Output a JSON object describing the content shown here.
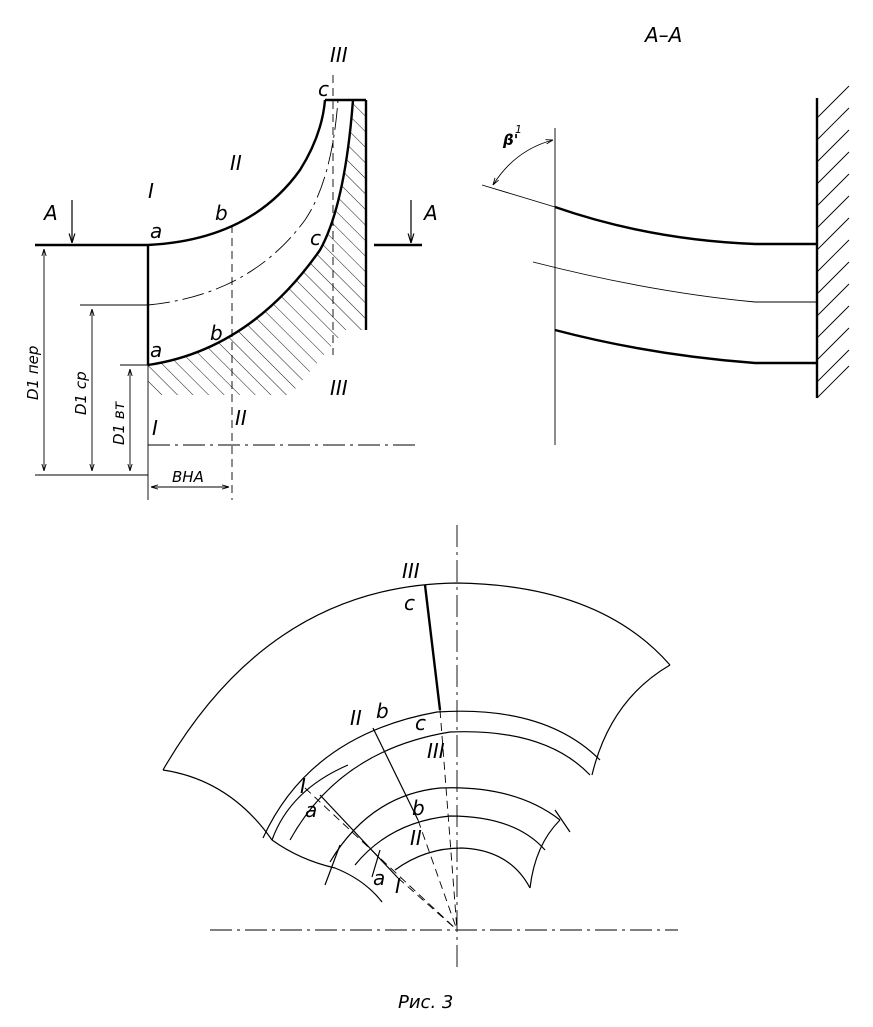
{
  "labels": {
    "section_title": "A–A",
    "section_mark_left": "A",
    "section_mark_right": "A",
    "station_I": "I",
    "station_II": "II",
    "station_III": "III",
    "point_a": "a",
    "point_b": "b",
    "point_c": "c",
    "dim_outer": "D1 пер",
    "dim_mean": "D1 ср",
    "dim_inner": "D1 вт",
    "dim_width": "BHA",
    "angle": "β'",
    "angle_sub": "1",
    "caption": "Рис. 3"
  }
}
